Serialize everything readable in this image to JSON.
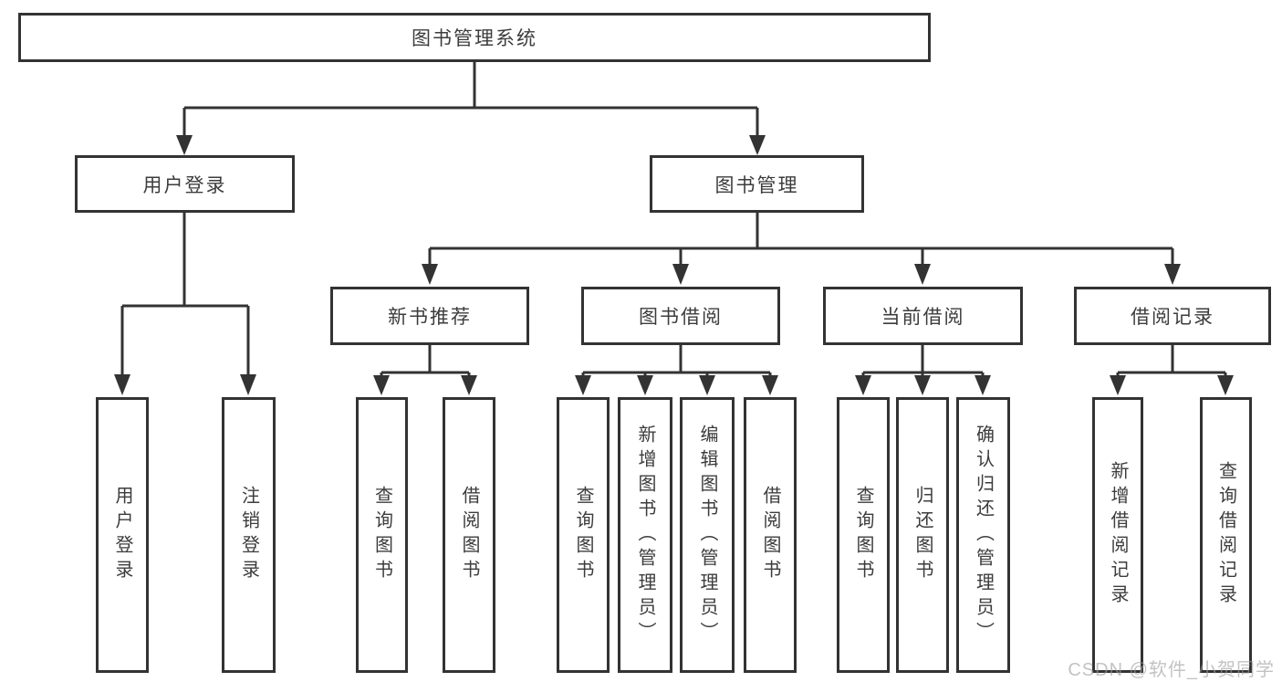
{
  "diagram": {
    "root": {
      "label": "图书管理系统"
    },
    "level2": [
      {
        "label": "用户登录"
      },
      {
        "label": "图书管理"
      }
    ],
    "level3": [
      {
        "label": "新书推荐",
        "parent": "图书管理"
      },
      {
        "label": "图书借阅",
        "parent": "图书管理"
      },
      {
        "label": "当前借阅",
        "parent": "图书管理"
      },
      {
        "label": "借阅记录",
        "parent": "图书管理"
      }
    ],
    "leaves": [
      {
        "label": "用户登录",
        "parent": "用户登录"
      },
      {
        "label": "注销登录",
        "parent": "用户登录"
      },
      {
        "label": "查询图书",
        "parent": "新书推荐"
      },
      {
        "label": "借阅图书",
        "parent": "新书推荐"
      },
      {
        "label": "查询图书",
        "parent": "图书借阅"
      },
      {
        "label": "新增图书（管理员）",
        "parent": "图书借阅"
      },
      {
        "label": "编辑图书（管理员）",
        "parent": "图书借阅"
      },
      {
        "label": "借阅图书",
        "parent": "图书借阅"
      },
      {
        "label": "查询图书",
        "parent": "当前借阅"
      },
      {
        "label": "归还图书",
        "parent": "当前借阅"
      },
      {
        "label": "确认归还（管理员）",
        "parent": "当前借阅"
      },
      {
        "label": "新增借阅记录",
        "parent": "借阅记录"
      },
      {
        "label": "查询借阅记录",
        "parent": "借阅记录"
      }
    ],
    "watermark": "CSDN @软件_小贺同学",
    "colors": {
      "line": "#333333",
      "text": "#3c3c3c",
      "watermark": "#9e9e9e",
      "background": "#ffffff"
    }
  }
}
